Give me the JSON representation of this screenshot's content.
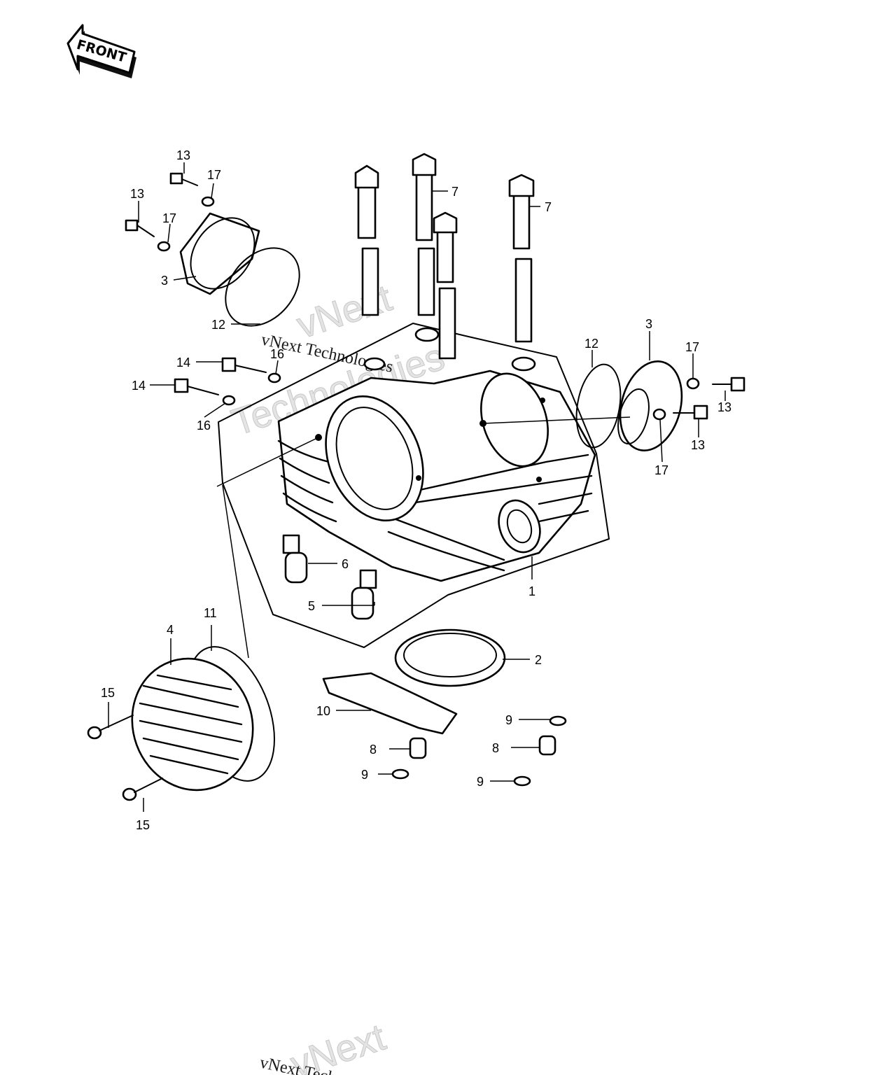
{
  "front_badge": {
    "label": "FRONT",
    "icon": "front-arrow-icon"
  },
  "callouts": [
    {
      "id": "c1",
      "label": "1"
    },
    {
      "id": "c2",
      "label": "2"
    },
    {
      "id": "c3a",
      "label": "3"
    },
    {
      "id": "c3b",
      "label": "3"
    },
    {
      "id": "c4",
      "label": "4"
    },
    {
      "id": "c5",
      "label": "5"
    },
    {
      "id": "c6",
      "label": "6"
    },
    {
      "id": "c7a",
      "label": "7"
    },
    {
      "id": "c7b",
      "label": "7"
    },
    {
      "id": "c8a",
      "label": "8"
    },
    {
      "id": "c8b",
      "label": "8"
    },
    {
      "id": "c9a",
      "label": "9"
    },
    {
      "id": "c9b",
      "label": "9"
    },
    {
      "id": "c9c",
      "label": "9"
    },
    {
      "id": "c10",
      "label": "10"
    },
    {
      "id": "c11",
      "label": "11"
    },
    {
      "id": "c12a",
      "label": "12"
    },
    {
      "id": "c12b",
      "label": "12"
    },
    {
      "id": "c13a",
      "label": "13"
    },
    {
      "id": "c13b",
      "label": "13"
    },
    {
      "id": "c13c",
      "label": "13"
    },
    {
      "id": "c13d",
      "label": "13"
    },
    {
      "id": "c14a",
      "label": "14"
    },
    {
      "id": "c14b",
      "label": "14"
    },
    {
      "id": "c15a",
      "label": "15"
    },
    {
      "id": "c15b",
      "label": "15"
    },
    {
      "id": "c16a",
      "label": "16"
    },
    {
      "id": "c16b",
      "label": "16"
    },
    {
      "id": "c17a",
      "label": "17"
    },
    {
      "id": "c17b",
      "label": "17"
    },
    {
      "id": "c17c",
      "label": "17"
    },
    {
      "id": "c17d",
      "label": "17"
    }
  ],
  "watermarks": {
    "top_a": "vNext",
    "top_b": "Technologies",
    "top_line": "vNext Technologies",
    "bottom_a": "vNext",
    "bottom_b": "vNext Technologies"
  }
}
